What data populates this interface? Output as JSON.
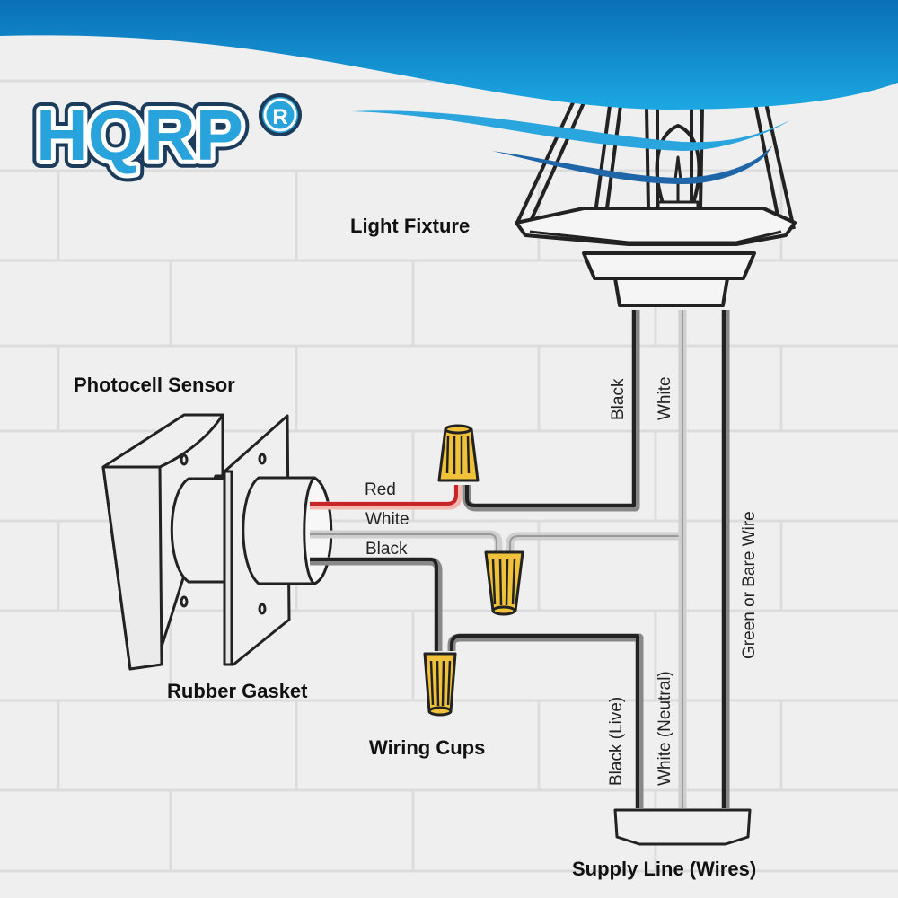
{
  "brand": {
    "logo_text": "HQRP",
    "registered_mark": "®",
    "colors": {
      "logo_fill": "#29a3dc",
      "logo_outline": "#1c3c5c",
      "banner_top": "#0a70b8",
      "banner_bottom": "#1aa6e0",
      "swoosh_light": "#2aa5de",
      "swoosh_dark": "#1e66a8"
    }
  },
  "labels": {
    "light_fixture": "Light Fixture",
    "photocell_sensor": "Photocell Sensor",
    "rubber_gasket": "Rubber Gasket",
    "wiring_cups": "Wiring Cups",
    "supply_line": "Supply Line (Wires)"
  },
  "sensor_wires": [
    {
      "name": "red",
      "label": "Red",
      "color": "#c8252b"
    },
    {
      "name": "white",
      "label": "White",
      "color": "#b5b5b5"
    },
    {
      "name": "black",
      "label": "Black",
      "color": "#1a1a1a"
    }
  ],
  "fixture_wires": {
    "black": "Black",
    "white": "White",
    "ground": "Green or Bare Wire"
  },
  "supply_wires": {
    "black": "Black (Live)",
    "white": "White (Neutral)"
  },
  "wire_nut_color": "#f0c23a",
  "background": {
    "wall": "#efefef",
    "mortar": "#d9d9d9"
  }
}
